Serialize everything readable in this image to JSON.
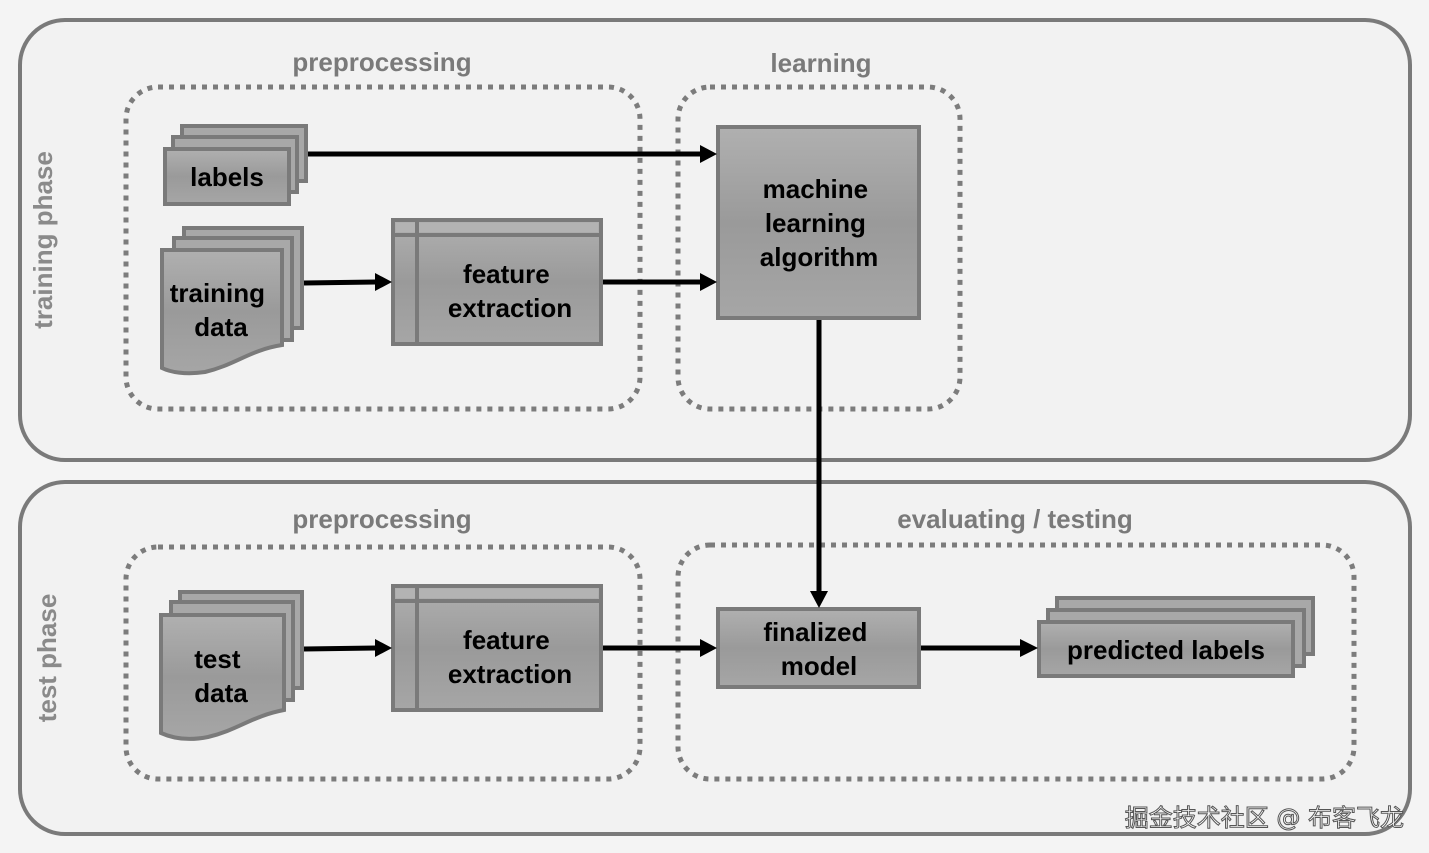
{
  "phases": {
    "training": {
      "label": "training phase"
    },
    "test": {
      "label": "test phase"
    }
  },
  "groups": {
    "train_preprocessing": {
      "label": "preprocessing"
    },
    "learning": {
      "label": "learning"
    },
    "test_preprocessing": {
      "label": "preprocessing"
    },
    "evaluating": {
      "label": "evaluating / testing"
    }
  },
  "nodes": {
    "labels": {
      "lines": [
        "labels"
      ]
    },
    "training_data": {
      "lines": [
        "training",
        "data"
      ]
    },
    "train_feature_extraction": {
      "lines": [
        "feature",
        "extraction"
      ]
    },
    "ml_algorithm": {
      "lines": [
        "machine",
        "learning",
        "algorithm"
      ]
    },
    "test_data": {
      "lines": [
        "test",
        "data"
      ]
    },
    "test_feature_extraction": {
      "lines": [
        "feature",
        "extraction"
      ]
    },
    "finalized_model": {
      "lines": [
        "finalized",
        "model"
      ]
    },
    "predicted_labels": {
      "lines": [
        "predicted labels"
      ]
    }
  },
  "edges": [
    {
      "from": "labels",
      "to": "ml_algorithm"
    },
    {
      "from": "training_data",
      "to": "train_feature_extraction"
    },
    {
      "from": "train_feature_extraction",
      "to": "ml_algorithm"
    },
    {
      "from": "ml_algorithm",
      "to": "finalized_model"
    },
    {
      "from": "test_data",
      "to": "test_feature_extraction"
    },
    {
      "from": "test_feature_extraction",
      "to": "finalized_model"
    },
    {
      "from": "finalized_model",
      "to": "predicted_labels"
    }
  ],
  "watermark": "掘金技术社区 @ 布客飞龙"
}
